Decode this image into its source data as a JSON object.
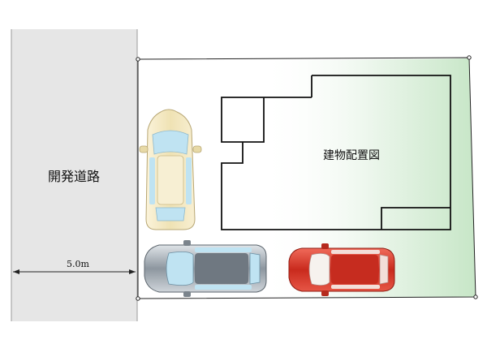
{
  "road": {
    "label": "開発道路",
    "width_label": "5.0m"
  },
  "building": {
    "label": "建物配置図"
  },
  "colors": {
    "road_fill": "#e6e6e6",
    "road_edge": "#9a9a9a",
    "lawn_green": "#cfe9cf",
    "lot_line": "#222222",
    "car_cream": "#f3e9c6",
    "car_silver": "#a9b2bb",
    "car_red": "#d63a2c",
    "glass": "#bfe3f2"
  },
  "cars": [
    {
      "name": "cream-car",
      "color": "cream"
    },
    {
      "name": "silver-car",
      "color": "silver"
    },
    {
      "name": "red-car",
      "color": "red"
    }
  ]
}
